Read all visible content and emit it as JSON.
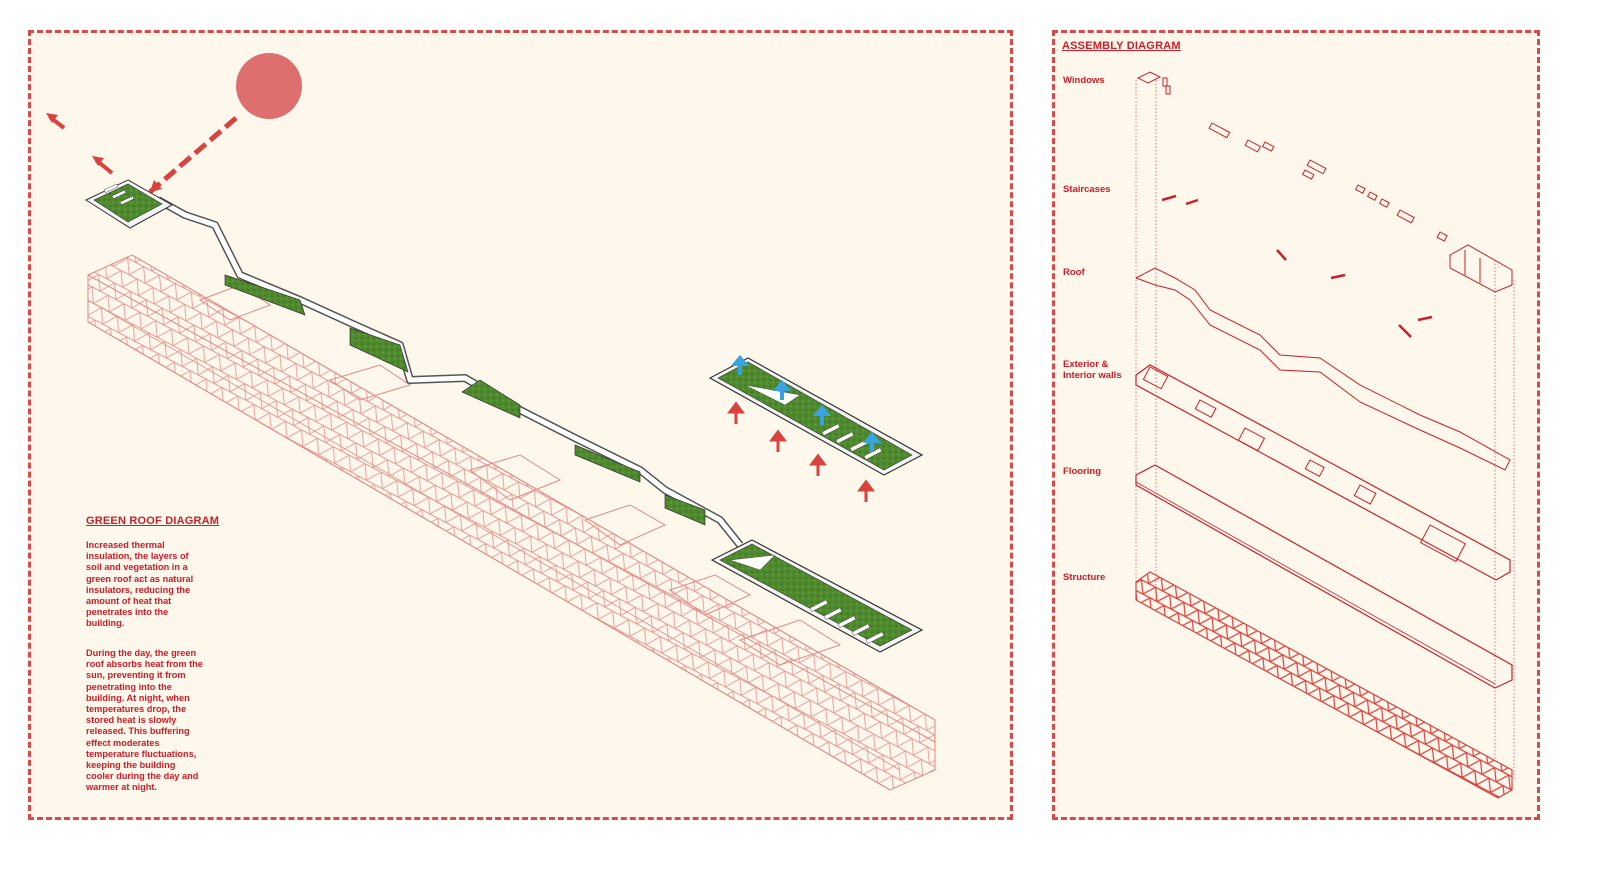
{
  "green_roof": {
    "title": "GREEN ROOF DIAGRAM",
    "paragraph_1": "Increased thermal insulation, the layers of soil and vegetation in a green roof act as natural insulators, reducing the amount of heat that penetrates into the building.",
    "paragraph_2": "During the day, the green roof absorbs heat from the sun, preventing it from penetrating into the building. At night, when temperatures drop, the stored heat is slowly released. This buffering effect moderates temperature fluctuations, keeping the building cooler during the day and warmer at night."
  },
  "assembly": {
    "title": "ASSEMBLY DIAGRAM",
    "layers": [
      {
        "label": "Windows"
      },
      {
        "label": "Staircases"
      },
      {
        "label": "Roof"
      },
      {
        "label": "Exterior & Interior walls"
      },
      {
        "label": "Flooring"
      },
      {
        "label": "Structure"
      }
    ]
  },
  "colors": {
    "accent": "#c8202a",
    "dashed_border": "#d84a4a",
    "sun": "#de6f6f",
    "green_roof": "#4f8a2e",
    "water_arrow": "#39a3e0",
    "panel_background": "#fdf7ec"
  }
}
